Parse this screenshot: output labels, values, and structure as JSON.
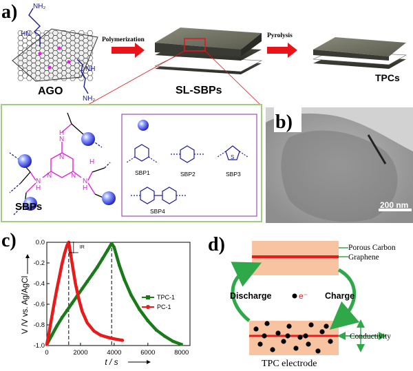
{
  "panels": {
    "a": {
      "label": "a)",
      "monomer_label": "AGO",
      "amine_1": "NH₂",
      "amine_2": "HN",
      "amine_3": "NH",
      "amine_4": "NH₂",
      "step1": "Polymerization",
      "intermediate_label": "SL-SBPs",
      "step2": "Pyrolysis",
      "product_label": "TPCs",
      "inset": {
        "sbps_label": "SBPs",
        "nh_labels": [
          "N",
          "H",
          "N",
          "H",
          "N",
          "H",
          "N",
          "H"
        ],
        "triazine_n": [
          "N",
          "N",
          "N"
        ],
        "spacers": [
          "SBP1",
          "SBP2",
          "SBP3",
          "SBP4"
        ],
        "thiophene_s": "S"
      }
    },
    "b": {
      "label": "b)",
      "scale_bar": "200 nm"
    },
    "c": {
      "label": "c)",
      "ir_label": "IR"
    },
    "d": {
      "label": "d)",
      "porous_carbon": "Porous Carbon",
      "graphene": "Graphene",
      "discharge": "Discharge",
      "charge": "Charge",
      "electron": "e⁻",
      "conductivity": "Conductivity",
      "electrode": "TPC electrode"
    }
  },
  "colors": {
    "arrow_red": "#e8141a",
    "magenta": "#e81ce0",
    "navy": "#1a1a9c",
    "green_frame": "#9fcf7c",
    "purple_frame": "#9a4fb5",
    "tpc_green": "#1a7a1a",
    "pc_red": "#e81a1a",
    "electrode_orange": "#f8c3a0",
    "d_green": "#2fa84a"
  },
  "chart_data": {
    "type": "line",
    "title": "",
    "xlabel": "t / s",
    "ylabel": "V /V vs. Ag/AgCl",
    "xlim": [
      0,
      8500
    ],
    "ylim": [
      -1.0,
      0.0
    ],
    "xticks": [
      0,
      2000,
      4000,
      6000,
      8000
    ],
    "yticks": [
      0.0,
      -0.2,
      -0.4,
      -0.6,
      -0.8,
      -1.0
    ],
    "xtick_labels": [
      "0",
      "2000",
      "4000",
      "6000",
      "8000"
    ],
    "ytick_labels": [
      "0.0",
      "-0.2",
      "-0.4",
      "-0.6",
      "-0.8",
      "-1.0"
    ],
    "legend_position": "center-right",
    "series": [
      {
        "name": "TPC-1",
        "color": "#1a7a1a",
        "marker": "square",
        "points": [
          [
            0,
            -0.99
          ],
          [
            300,
            -0.9
          ],
          [
            600,
            -0.81
          ],
          [
            900,
            -0.73
          ],
          [
            1200,
            -0.66
          ],
          [
            1500,
            -0.59
          ],
          [
            1800,
            -0.52
          ],
          [
            2100,
            -0.45
          ],
          [
            2400,
            -0.38
          ],
          [
            2700,
            -0.31
          ],
          [
            3000,
            -0.24
          ],
          [
            3300,
            -0.16
          ],
          [
            3600,
            -0.08
          ],
          [
            3850,
            -0.01
          ],
          [
            4000,
            -0.05
          ],
          [
            4300,
            -0.22
          ],
          [
            4600,
            -0.36
          ],
          [
            5000,
            -0.51
          ],
          [
            5500,
            -0.65
          ],
          [
            6000,
            -0.76
          ],
          [
            6500,
            -0.85
          ],
          [
            7000,
            -0.91
          ],
          [
            7500,
            -0.96
          ],
          [
            8000,
            -0.99
          ]
        ]
      },
      {
        "name": "PC-1",
        "color": "#e81a1a",
        "marker": "circle",
        "points": [
          [
            0,
            -0.99
          ],
          [
            150,
            -0.86
          ],
          [
            300,
            -0.72
          ],
          [
            450,
            -0.58
          ],
          [
            600,
            -0.45
          ],
          [
            750,
            -0.33
          ],
          [
            900,
            -0.21
          ],
          [
            1050,
            -0.11
          ],
          [
            1200,
            -0.03
          ],
          [
            1300,
            0.0
          ],
          [
            1400,
            -0.1
          ],
          [
            1550,
            -0.25
          ],
          [
            1700,
            -0.4
          ],
          [
            1900,
            -0.55
          ],
          [
            2100,
            -0.67
          ],
          [
            2400,
            -0.78
          ],
          [
            2800,
            -0.86
          ],
          [
            3200,
            -0.9
          ],
          [
            3600,
            -0.92
          ],
          [
            4000,
            -0.935
          ],
          [
            4500,
            -0.95
          ]
        ]
      }
    ],
    "reference_lines_x": [
      1300,
      3850
    ]
  }
}
